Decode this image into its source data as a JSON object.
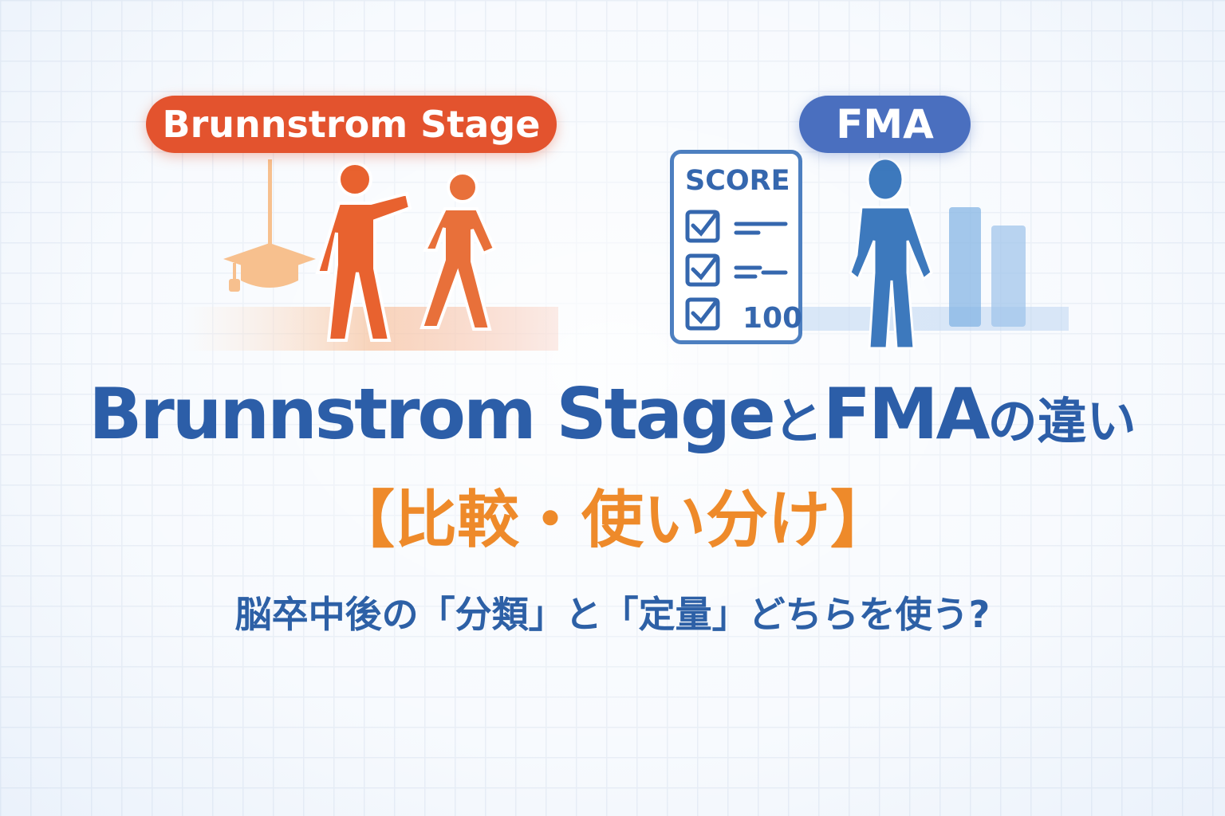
{
  "left_panel": {
    "label": "Brunnstrom Stage",
    "color": "#e3532e"
  },
  "right_panel": {
    "label": "FMA",
    "color": "#4a6fbf",
    "score_card": {
      "heading": "SCORE",
      "value": "100"
    }
  },
  "title": {
    "part1": "Brunnstrom Stage",
    "connector1": "と",
    "part2": "FMA",
    "connector2": "の違い",
    "line2": "【比較・使い分け】"
  },
  "subtitle": "脳卒中後の「分類」と「定量」どちらを使う?",
  "colors": {
    "title": "#2c5ea8",
    "accent": "#ee8a2a",
    "background": "#f4f8fd"
  }
}
